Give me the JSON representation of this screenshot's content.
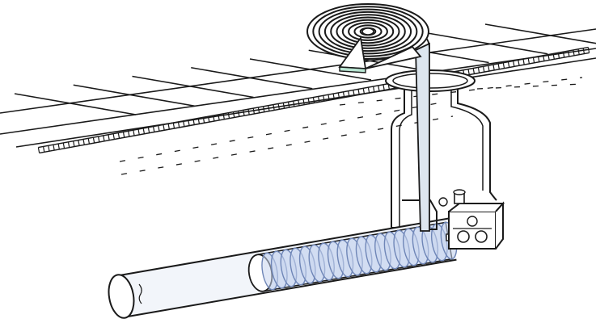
{
  "diagram": {
    "colors": {
      "ink": "#1a1a1a",
      "background": "#ffffff",
      "strip": "#dde6ef",
      "pipe_fill": "#f2f5fa",
      "coil_fill": "#c9d6ee",
      "coil_stroke": "#6f86b7",
      "lining_fill": "#dde6f7",
      "reel_base": "#b9e6d3"
    },
    "components": [
      {
        "id": "ground-grid",
        "icon": "grid-lines"
      },
      {
        "id": "ground-edge",
        "icon": "perforated-edge"
      },
      {
        "id": "strip-reel",
        "icon": "spiral-reel"
      },
      {
        "id": "strip-feed",
        "icon": "vertical-strip"
      },
      {
        "id": "access-manhole",
        "icon": "manhole-shaft"
      },
      {
        "id": "winding-machine",
        "icon": "machine-box"
      },
      {
        "id": "host-pipe",
        "icon": "cylinder-pipe"
      },
      {
        "id": "spiral-liner",
        "icon": "helical-coil"
      }
    ]
  }
}
